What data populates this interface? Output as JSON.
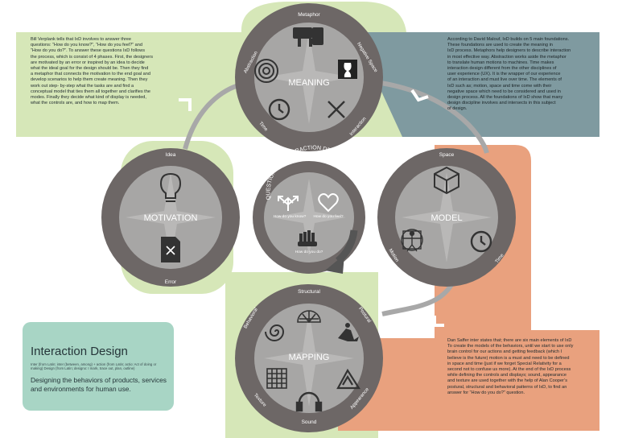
{
  "center": {
    "title": "QUESTIONS OF INTERACTION DESIGN",
    "q_know": "How do you know?",
    "q_feel": "How do you feel?",
    "q_do": "How do you do?"
  },
  "meaning": {
    "label": "MEANING",
    "top": "Metaphor",
    "abstraction": "Abstraction",
    "negative_space": "Negative Space",
    "time": "Time",
    "interaction": "Interaction"
  },
  "motivation": {
    "label": "MOTIVATION",
    "top": "Idea",
    "bottom": "Error"
  },
  "model": {
    "label": "MODEL",
    "top": "Space",
    "motion": "Motion",
    "time": "Time"
  },
  "mapping": {
    "label": "MAPPING",
    "top": "Structural",
    "behavioral": "Behavioral",
    "postural": "Postural",
    "texture": "Texture",
    "appearance": "Appearance",
    "bottom": "Sound"
  },
  "verplank": [
    "Bill Verplank tells that IxD involves to answer three",
    "questions: “How do you know?”, “How do you feel?” and",
    "“How do you do?”. To answer these questions IxD follows",
    "the process, which is consist of 4 phases. First, the designers",
    "are motivated by an error or inspired by an idea to decide",
    "what the ideal goal for the design should be. Then they find",
    "a metaphor that connects the motivation to the end goal and",
    "develop scenarios to help them create meaning. Then they",
    "work out step- by-step what the tasks are and find a",
    "conceptual model that ties them all together and clarifies the",
    "modes. Finally they decide what kind of display is needed,",
    "what the controls are, and how to map them."
  ],
  "malouf": [
    "According to David Malouf, IxD builds on 5 main foundations.",
    "These foundations are used to create the meaning in",
    "IxD process. Metaphors help designers to describe interaction",
    "in most effective way. Abstraction works aside the metaphor",
    "to translate human motions to machines. Time makes",
    "interaction design different from the other disciplines of",
    "user experience (UX). It is the wrapper of our experience",
    "of an interaction and must live over time. The elements of",
    "IxD such as; motion, space and time come with their",
    "negative space which need to be considered and used in",
    "design process. All the foundations of IxD show that many",
    "design discipline involves and intersects in this subject",
    "of design."
  ],
  "saffer": [
    "Dan Saffer inter states that; there are six main elements of IxD",
    "To create the models of the behaviors, until we start to use only",
    "brain control for our actions and getting feedback (which I",
    "believe is the future) motion is a must and need to be defined",
    "in space and time (just if we forget Special Relativity for a",
    "second not to confuse us more). At the end of the IxD process",
    "while defining the controls and displays; sound, appearance",
    "and texture are used together with the help of Alan Cooper’s",
    "postural, structural and behavioral patterns of IxD, to find an",
    "answer for “How do you do?” question."
  ],
  "interaction_box": {
    "title": "Interaction Design",
    "etymology": "Inter (from Latin; inter (between, among) + action (from Latin; actio: Act of doing or making) Design (from Latin; designo: I mark, trace out, plan, outline)",
    "subtitle": "Designing the behaviors of products, services and environments for human use."
  },
  "colors": {
    "light_green": "#d6e7b8",
    "outer_ring": "#6d6766",
    "inner_circle": "#a7a6a5",
    "teal_panel": "#7f9aa0",
    "salmon": "#e9a17e",
    "mint_box": "#a8d5c5",
    "arrow_gray": "#a8a8a8"
  }
}
